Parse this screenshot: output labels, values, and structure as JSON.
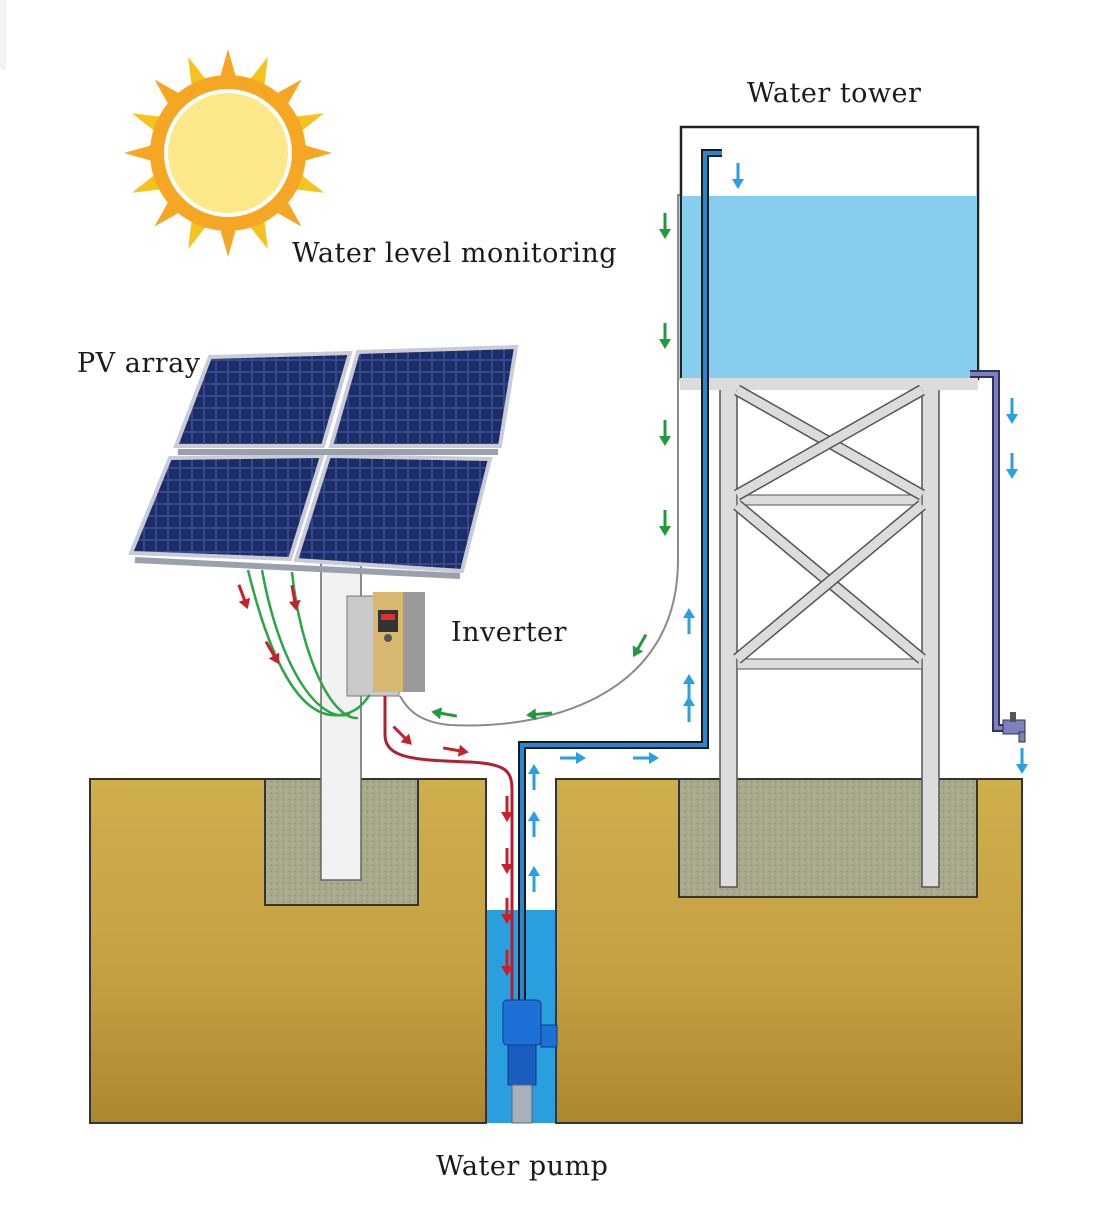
{
  "labels": {
    "water_tower": "Water tower",
    "water_level_monitoring": "Water level monitoring",
    "pv_array": "PV array",
    "inverter": "Inverter",
    "water_pump": "Water pump"
  },
  "colors": {
    "sun_outer": "#f5a623",
    "sun_ray": "#f7c21b",
    "sun_core": "#fde98a",
    "soil_top": "#c9a646",
    "soil_bottom": "#b08a2e",
    "concrete": "#a9a98e",
    "panel": "#1d2e6b",
    "water": "#87cdee",
    "well_water": "#2a9fe0",
    "pipe": "#1a5fa0",
    "outlet_pipe": "#6a6fa8",
    "power_arrow": "#c8202a",
    "signal_arrow": "#1f9a3c",
    "water_arrow": "#2b9fe2",
    "tower_steel": "#d6d6d6"
  },
  "icons": [
    "sun-icon",
    "solar-panel-icon",
    "inverter-icon",
    "water-tower-icon",
    "pump-icon",
    "tap-icon"
  ]
}
